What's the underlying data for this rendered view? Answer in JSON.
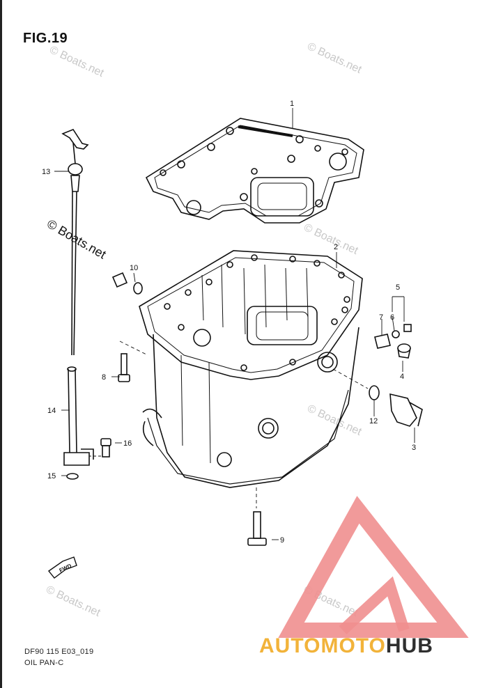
{
  "figure": {
    "title": "FIG.19",
    "code": "DF90 115 E03_019",
    "name": "OIL PAN-C"
  },
  "watermark": {
    "text": "© Boats.net"
  },
  "logo": {
    "brand_part1": "AUTOMOTO",
    "brand_part2": "HUB",
    "colors": {
      "triangle": "#ef8f8f",
      "auto": "#f2b33a",
      "hub": "#2f2f2f"
    }
  },
  "fwd_arrow": {
    "text": "FWD"
  },
  "callouts": [
    "1",
    "2",
    "3",
    "4",
    "5",
    "6",
    "7",
    "8",
    "9",
    "10",
    "12",
    "13",
    "14",
    "15",
    "16"
  ]
}
